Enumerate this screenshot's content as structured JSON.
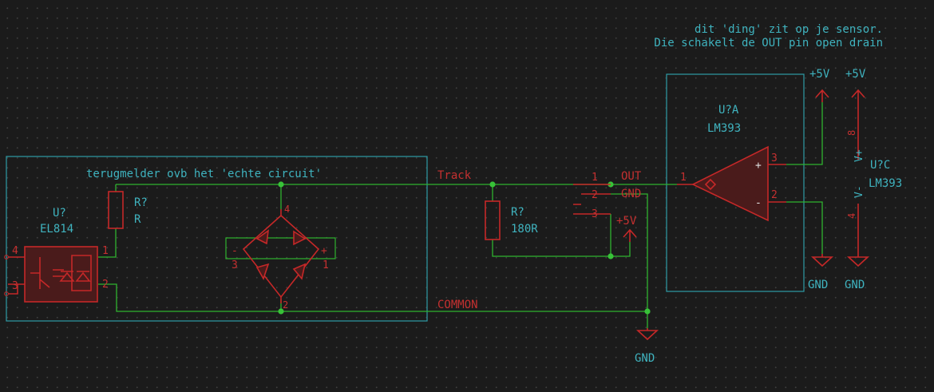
{
  "annotations": {
    "note_line1": "dit 'ding' zit op je sensor.",
    "note_line2": "Die schakelt de OUT pin open drain",
    "sheet_title": "terugmelder ovb het 'echte circuit'"
  },
  "components": {
    "optocoupler": {
      "ref": "U?",
      "value": "EL814",
      "pins": [
        "4",
        "3",
        "1",
        "2"
      ]
    },
    "resistor_r": {
      "ref": "R?",
      "value": "R"
    },
    "bridge": {
      "pins": [
        "4",
        "3",
        "1",
        "2"
      ],
      "minus": "-",
      "plus": "+"
    },
    "resistor_180": {
      "ref": "R?",
      "value": "180R"
    },
    "connector": {
      "pins": [
        "1",
        "2",
        "3"
      ],
      "pin_names": [
        "OUT",
        "GND",
        "+5V"
      ]
    },
    "comparator_a": {
      "ref": "U?A",
      "value": "LM393",
      "pins": [
        "1",
        "3",
        "2"
      ],
      "plus": "+",
      "minus": "-"
    },
    "comparator_c": {
      "ref": "U?C",
      "value": "LM393",
      "pin_top": "8",
      "pin_bottom": "4",
      "vplus": "V+",
      "vminus": "V-"
    }
  },
  "nets": {
    "track": "Track",
    "common": "COMMON"
  },
  "power": {
    "gnd_bottom": "GND",
    "gnd_right_1": "GND",
    "gnd_right_2": "GND",
    "plus5v_right_1": "+5V",
    "plus5v_right_2": "+5V"
  },
  "colors": {
    "background": "#1b1b1b",
    "wire": "#2fb32f",
    "symbol": "#c52828",
    "sheet_text": "#3fb3bf",
    "junction": "#38c238"
  }
}
